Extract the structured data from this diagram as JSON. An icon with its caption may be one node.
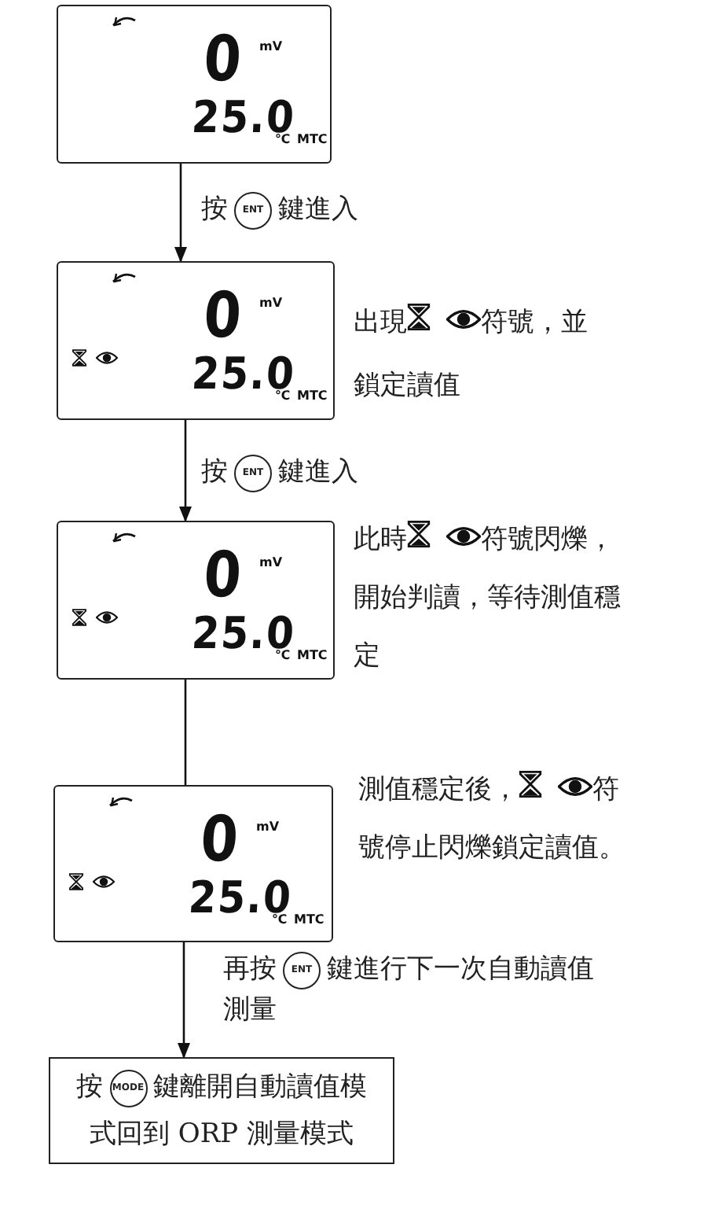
{
  "diagram": {
    "nodes": [
      {
        "text": [
          "0",
          "mV",
          "25.0",
          "℃",
          "MTC"
        ]
      },
      {
        "text": [
          "0",
          "mV",
          "25.0",
          "℃",
          "MTC"
        ],
        "beside": [
          "出現",
          "符號，並鎖定讀值"
        ]
      },
      {
        "text": [
          "0",
          "mV",
          "25.0",
          "℃",
          "MTC"
        ],
        "beside": [
          "此時",
          "符號閃爍，開始判讀，等待測值穩定"
        ]
      },
      {
        "text": [
          "0",
          "mV",
          "25.0",
          "℃",
          "MTC"
        ],
        "beside": [
          "測值穩定後，",
          "符號停止閃爍鎖定讀值。"
        ]
      },
      {
        "text": [
          "按 MODE 鍵離開自動讀值模式回到 ORP 測量模式"
        ]
      }
    ],
    "edges": [
      {
        "from": 0,
        "to": 1,
        "arrow": "to",
        "label": "按 ENT 鍵進入"
      },
      {
        "from": 1,
        "to": 2,
        "arrow": "to",
        "label": "按 ENT 鍵進入"
      },
      {
        "from": 2,
        "to": 3,
        "arrow": "none"
      },
      {
        "from": 3,
        "to": 4,
        "arrow": "to",
        "label": "再按 ENT 鍵進行下一次自動讀值測量"
      }
    ]
  }
}
